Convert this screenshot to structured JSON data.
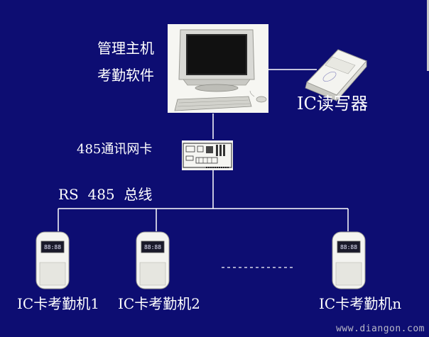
{
  "labels": {
    "host_line1": "管理主机",
    "host_line2": "考勤软件",
    "ic_reader": "IC读写器",
    "network_card": "485通讯网卡",
    "bus": "RS  485  总线",
    "terminal_1": "IC卡考勤机1",
    "terminal_2": "IC卡考勤机2",
    "terminal_n": "IC卡考勤机n"
  },
  "terminal_display": "88:88",
  "watermark": "www.diangon.com",
  "colors": {
    "background": "#0d0d72",
    "line": "#ffffff",
    "text": "#ffffff",
    "device_body": "#f4f4f0"
  }
}
